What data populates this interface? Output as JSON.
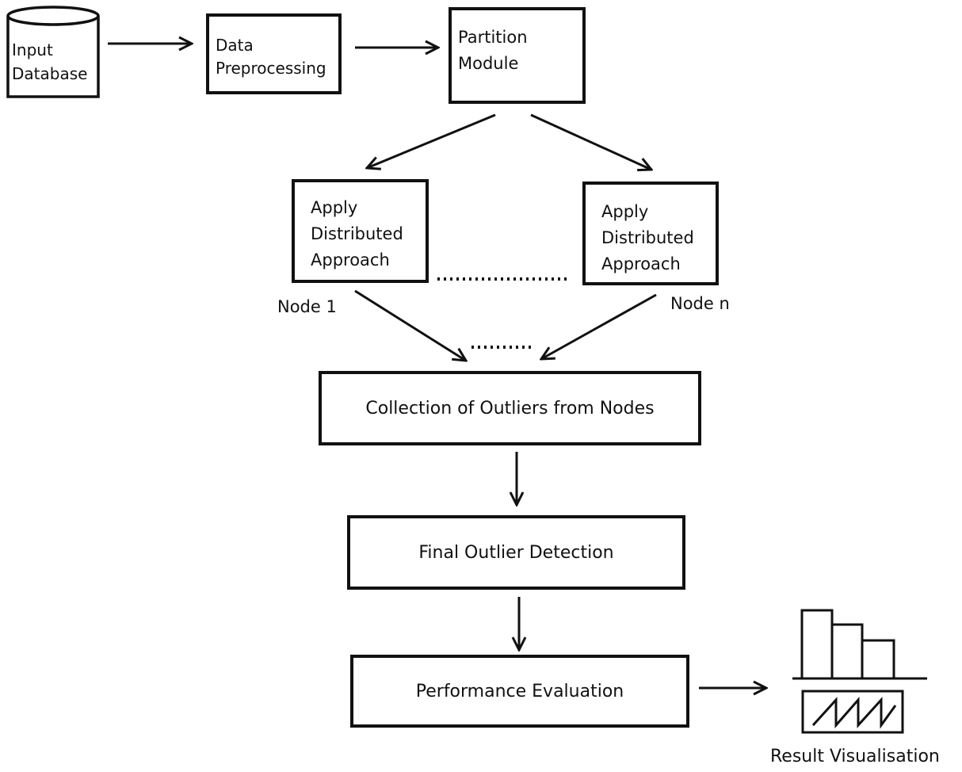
{
  "diagram": {
    "input_database": {
      "line1": "Input",
      "line2": "Database"
    },
    "data_preprocessing": {
      "line1": "Data",
      "line2": "Preprocessing"
    },
    "partition_module": {
      "line1": "Partition",
      "line2": "Module"
    },
    "node_left": {
      "line1": "Apply",
      "line2": "Distributed",
      "line3": "Approach",
      "label": "Node 1"
    },
    "node_right": {
      "line1": "Apply",
      "line2": "Distributed",
      "line3": "Approach",
      "label": "Node n"
    },
    "collection": "Collection of Outliers from Nodes",
    "final_detection": "Final Outlier Detection",
    "performance": "Performance Evaluation",
    "result_visualisation": "Result Visualisation"
  }
}
